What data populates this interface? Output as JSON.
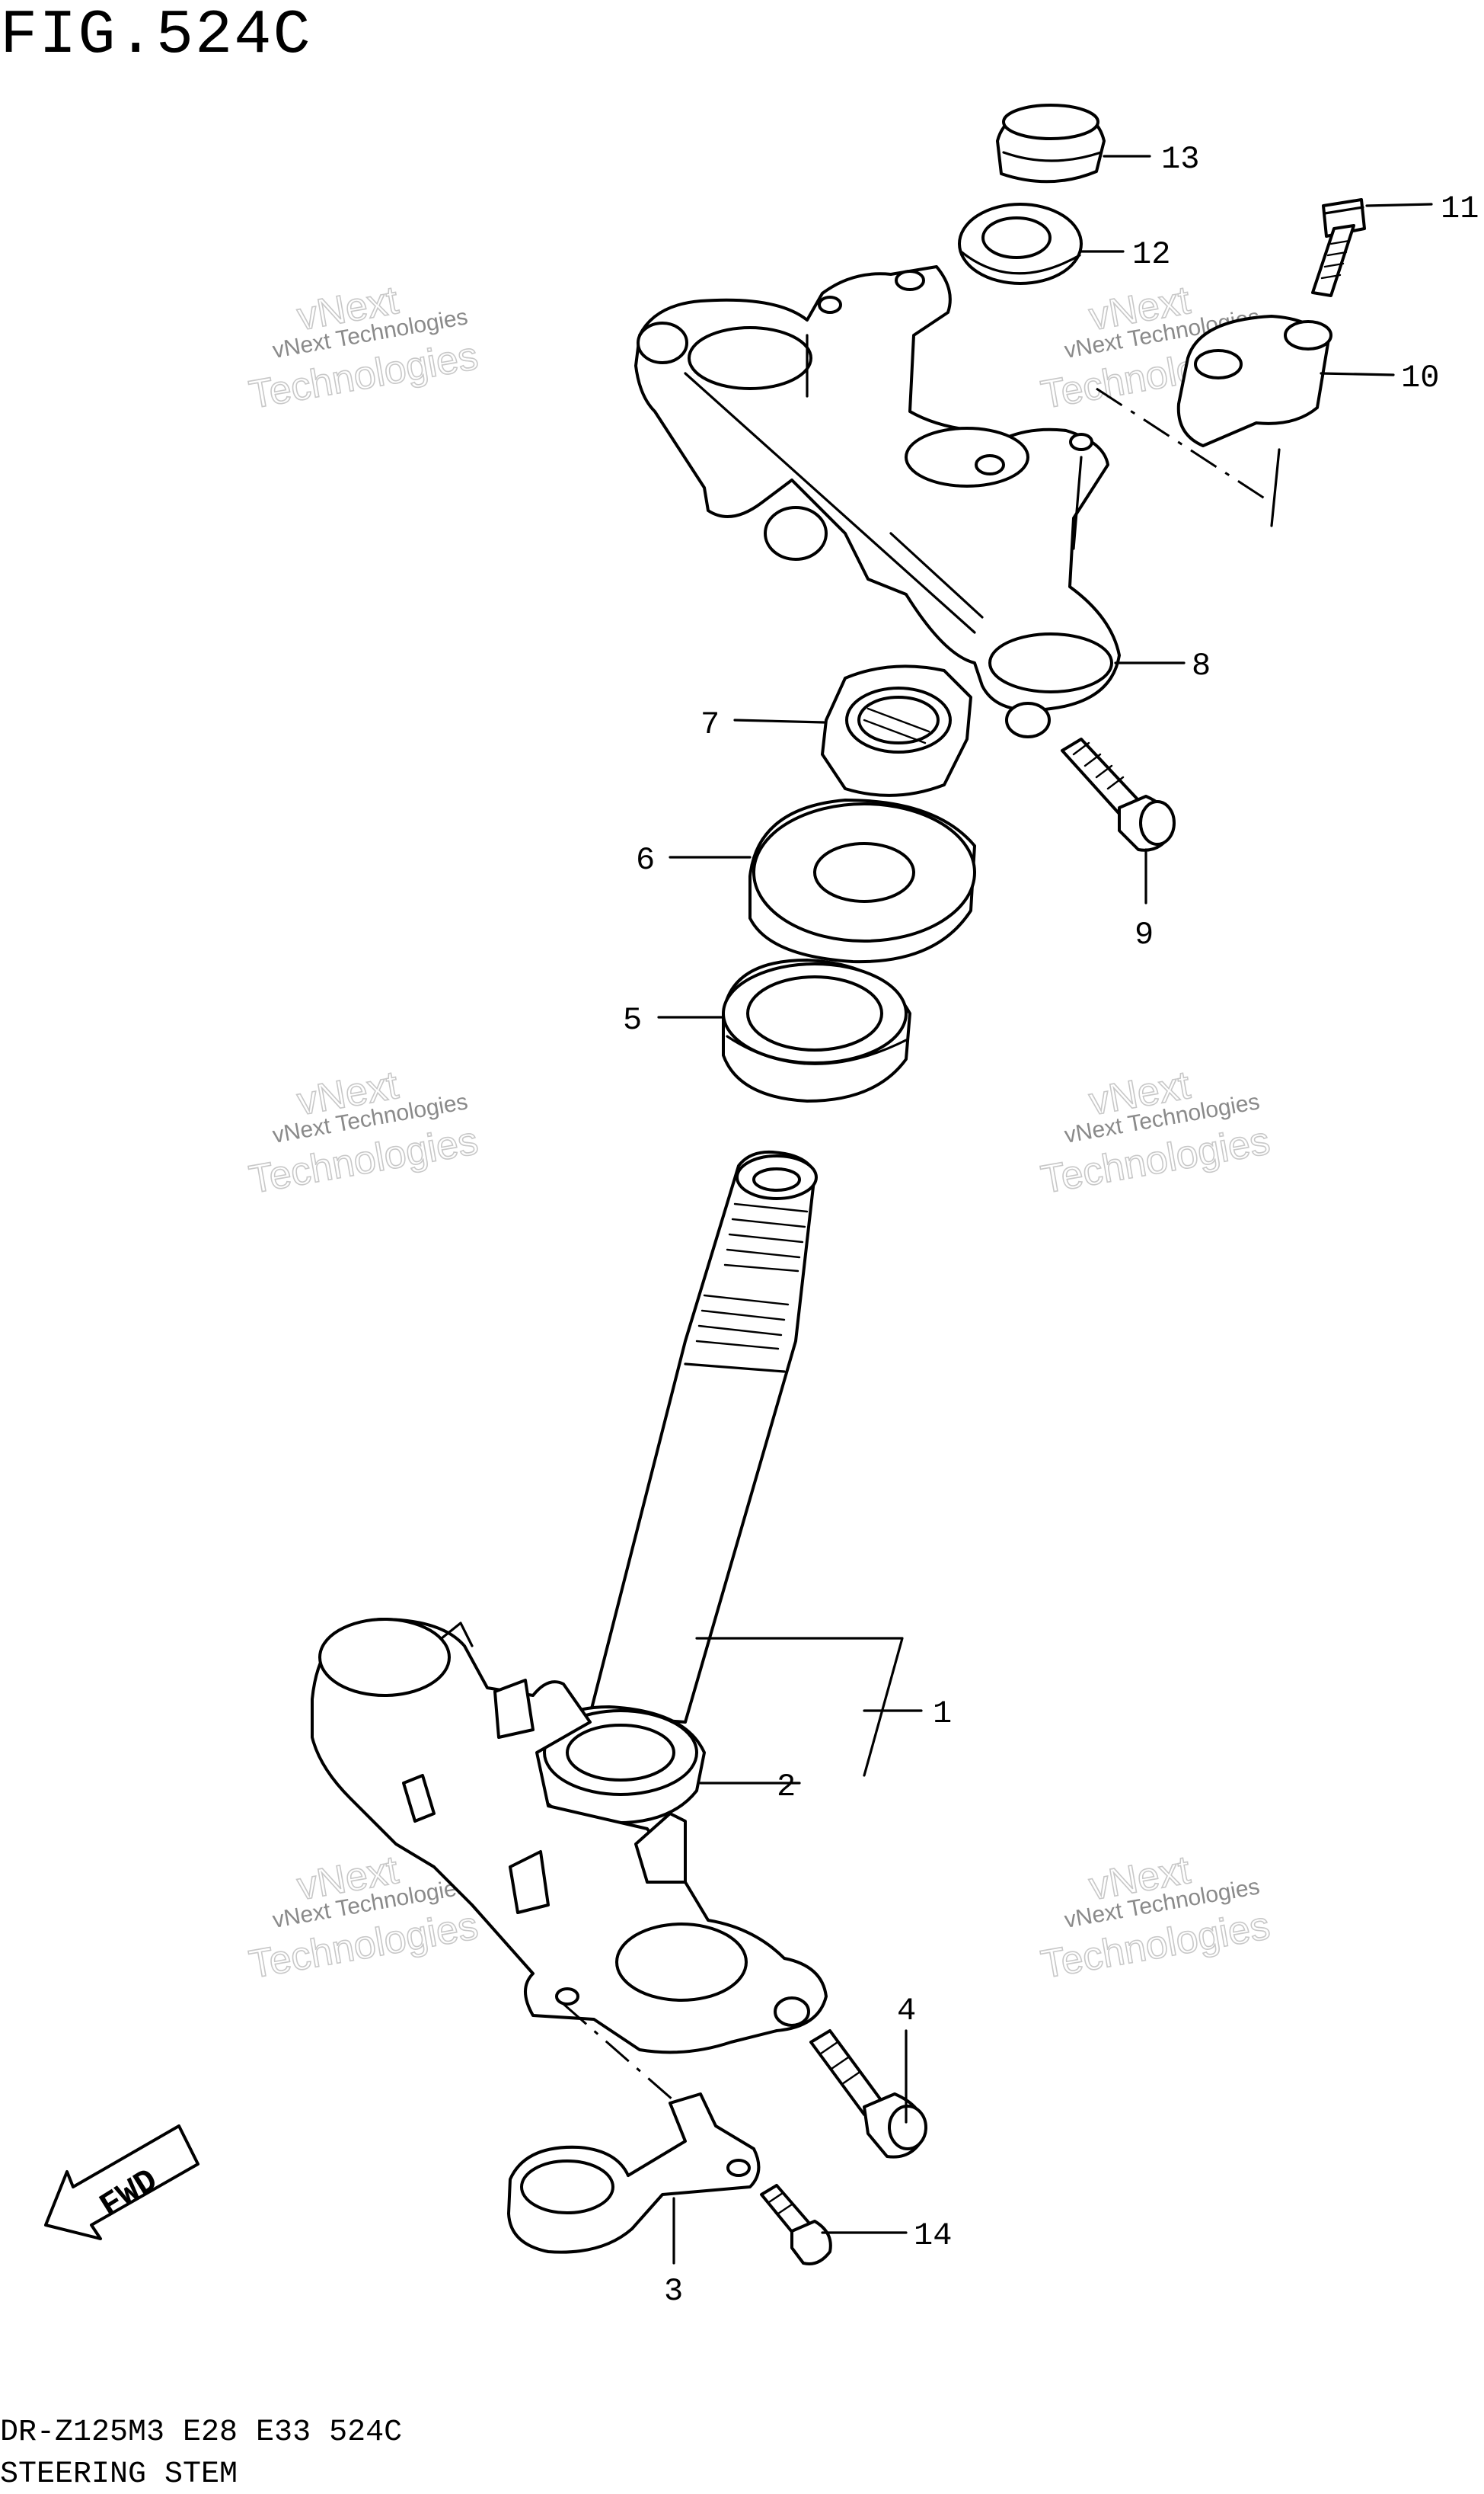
{
  "figure": {
    "title": "FIG.524C",
    "model_line": "DR-Z125M3 E28 E33 524C",
    "caption": "STEERING STEM"
  },
  "watermark": {
    "line1": "vNext Technologies",
    "line2": "vNext",
    "line3": "Technologies"
  },
  "callouts": [
    "1",
    "2",
    "3",
    "4",
    "5",
    "6",
    "7",
    "8",
    "9",
    "10",
    "11",
    "12",
    "13",
    "14"
  ],
  "direction_marker": {
    "label": "FWD",
    "icon": "fwd-arrow-icon"
  }
}
